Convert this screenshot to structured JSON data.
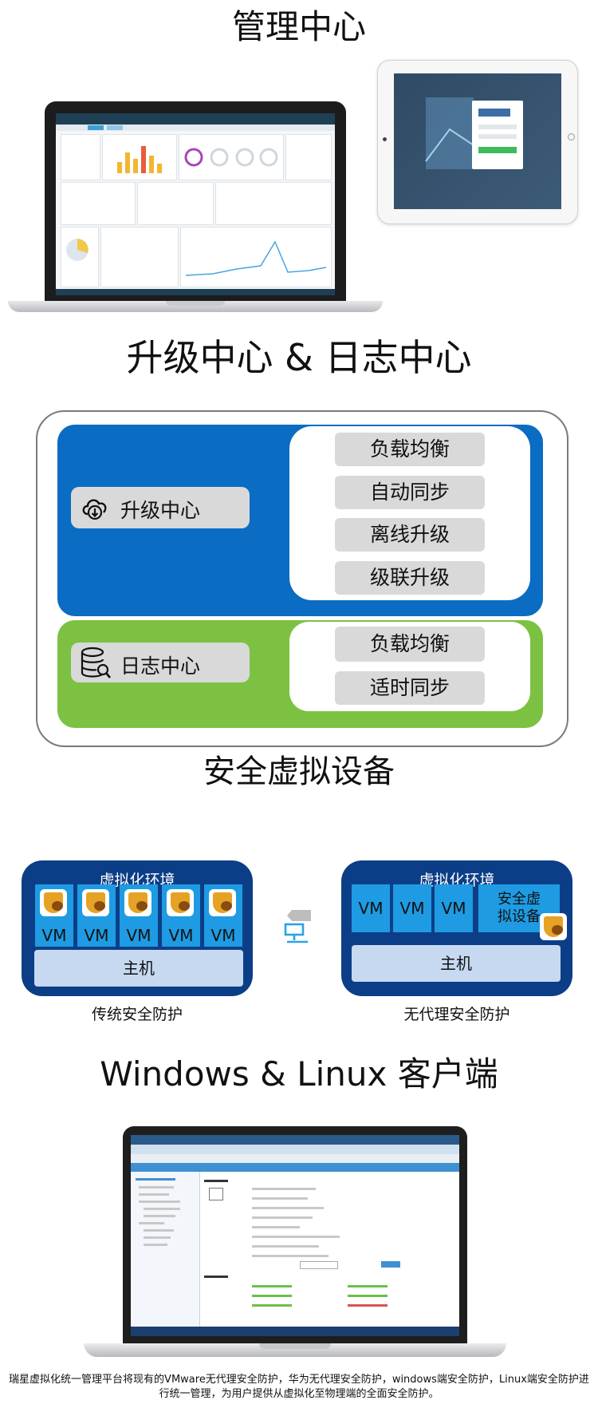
{
  "sections": {
    "management": {
      "title": "管理中心"
    },
    "upgrade_log": {
      "title": "升级中心 & 日志中心",
      "upgrade_center": {
        "label": "升级中心",
        "items": [
          "负载均衡",
          "自动同步",
          "离线升级",
          "级联升级"
        ]
      },
      "log_center": {
        "label": "日志中心",
        "items": [
          "负载均衡",
          "适时同步"
        ]
      }
    },
    "appliance": {
      "title": "安全虚拟设备",
      "traditional": {
        "env_title": "虚拟化环境",
        "vms": [
          "VM",
          "VM",
          "VM",
          "VM",
          "VM"
        ],
        "host": "主机",
        "caption": "传统安全防护"
      },
      "agentless": {
        "env_title": "虚拟化环境",
        "vms": [
          "VM",
          "VM",
          "VM"
        ],
        "appliance_label": "安全虚拟设备",
        "host": "主机",
        "caption": "无代理安全防护"
      }
    },
    "clients": {
      "title": "Windows & Linux 客户端"
    }
  },
  "footer": "瑞星虚拟化统一管理平台将现有的VMware无代理安全防护，华为无代理安全防护，windows端安全防护，Linux端安全防护进行统一管理，为用户提供从虚拟化至物理端的全面安全防护。",
  "colors": {
    "blue_panel": "#0a6cc2",
    "green_panel": "#7dc142",
    "env_navy": "#0c3e87",
    "vm_blue": "#1e9be3",
    "host_light": "#c6d9f1",
    "pill_gray": "#d9d9d9"
  },
  "icons": [
    "cloud-download-icon",
    "database-search-icon",
    "rising-lion-shield-icon",
    "network-monitor-icon"
  ]
}
